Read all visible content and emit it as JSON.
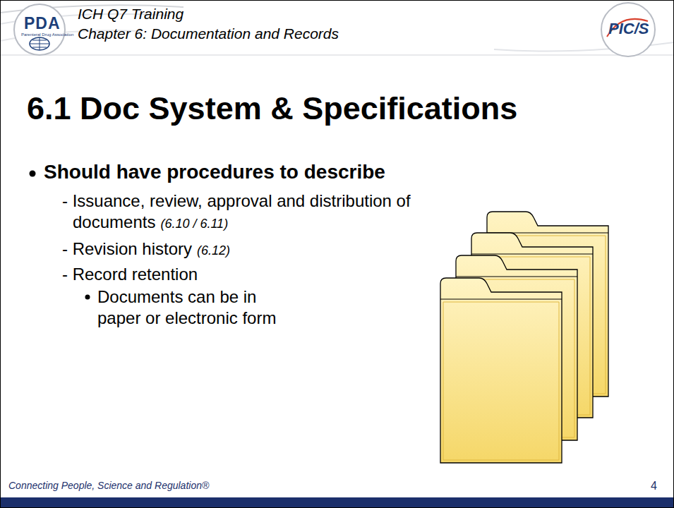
{
  "diagram": {
    "title": "6.1 Doc System & Specifications",
    "labels": [
      "ICH Q7 Training",
      "Chapter 6: Documentation and Records",
      "PDA",
      "Parenteral Drug Association",
      "PIC/S",
      "Should have procedures to describe",
      "- Issuance, review, approval and distribution of documents",
      "(6.10 / 6.11)",
      "- Revision history",
      "(6.12)",
      "- Record retention",
      "Documents can be in paper or electronic form",
      "Connecting People, Science and Regulation®",
      "4"
    ]
  }
}
